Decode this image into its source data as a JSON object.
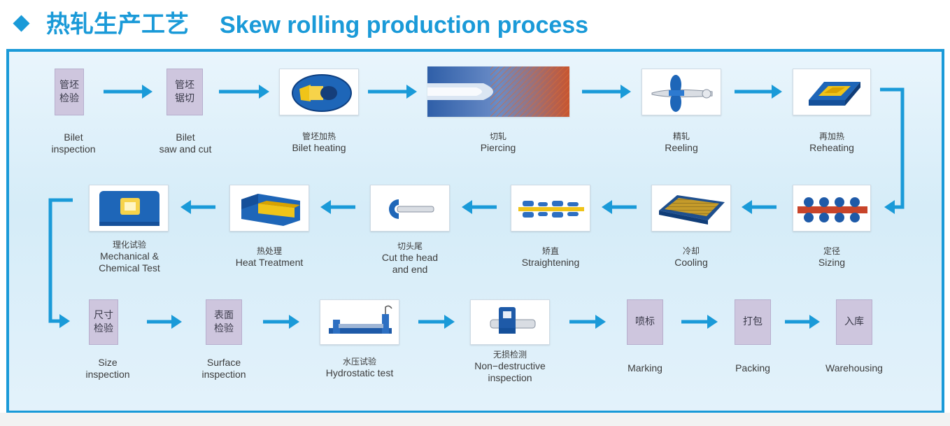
{
  "header": {
    "title_cn": "热轧生产工艺",
    "title_en": "Skew rolling production process"
  },
  "steps": {
    "billet_inspection": {
      "box": "管坯\n检验",
      "label_en": "Bilet\ninspection"
    },
    "billet_saw": {
      "box": "管坯\n锯切",
      "label_en": "Bilet\nsaw and cut"
    },
    "billet_heating": {
      "label_cn": "管坯加热",
      "label_en": "Bilet heating",
      "icon": "furnace-icon"
    },
    "piercing": {
      "label_cn": "切轧",
      "label_en": "Piercing",
      "icon": "piercing-mill-icon"
    },
    "reeling": {
      "label_cn": "精轧",
      "label_en": "Reeling",
      "icon": "reeling-mill-icon"
    },
    "reheating": {
      "label_cn": "再加热",
      "label_en": "Reheating",
      "icon": "reheating-furnace-icon"
    },
    "sizing": {
      "label_cn": "定径",
      "label_en": "Sizing",
      "icon": "sizing-mill-icon"
    },
    "cooling": {
      "label_cn": "冷却",
      "label_en": "Cooling",
      "icon": "cooling-bed-icon"
    },
    "straightening": {
      "label_cn": "矫直",
      "label_en": "Straightening",
      "icon": "straightener-icon"
    },
    "cut_head": {
      "label_cn": "切头尾",
      "label_en": "Cut the head\nand end",
      "icon": "cutting-icon"
    },
    "heat_treatment": {
      "label_cn": "热处理",
      "label_en": "Heat Treatment",
      "icon": "heat-treatment-furnace-icon"
    },
    "mech_test": {
      "label_cn": "理化试验",
      "label_en": "Mechanical &\nChemical Test",
      "icon": "test-machine-icon"
    },
    "size_inspection": {
      "box": "尺寸\n检验",
      "label_en": "Size\ninspection"
    },
    "surface_inspection": {
      "box": "表面\n检验",
      "label_en": "Surface\ninspection"
    },
    "hydrostatic": {
      "label_cn": "水压试验",
      "label_en": "Hydrostatic test",
      "icon": "hydrostatic-tester-icon"
    },
    "ndt": {
      "label_cn": "无损检测",
      "label_en": "Non−destructive\ninspection",
      "icon": "ndt-probe-icon"
    },
    "marking": {
      "box": "喷标",
      "label_en": "Marking"
    },
    "packing": {
      "box": "打包",
      "label_en": "Packing"
    },
    "warehousing": {
      "box": "入库",
      "label_en": "Warehousing"
    }
  },
  "colors": {
    "accent": "#1a9ad8",
    "frame_border": "#1a9ad8",
    "box_fill": "#cec6de",
    "equipment_blue": "#1e66b8",
    "heat_yellow": "#f0c419",
    "rolled_red": "#c8442a"
  }
}
